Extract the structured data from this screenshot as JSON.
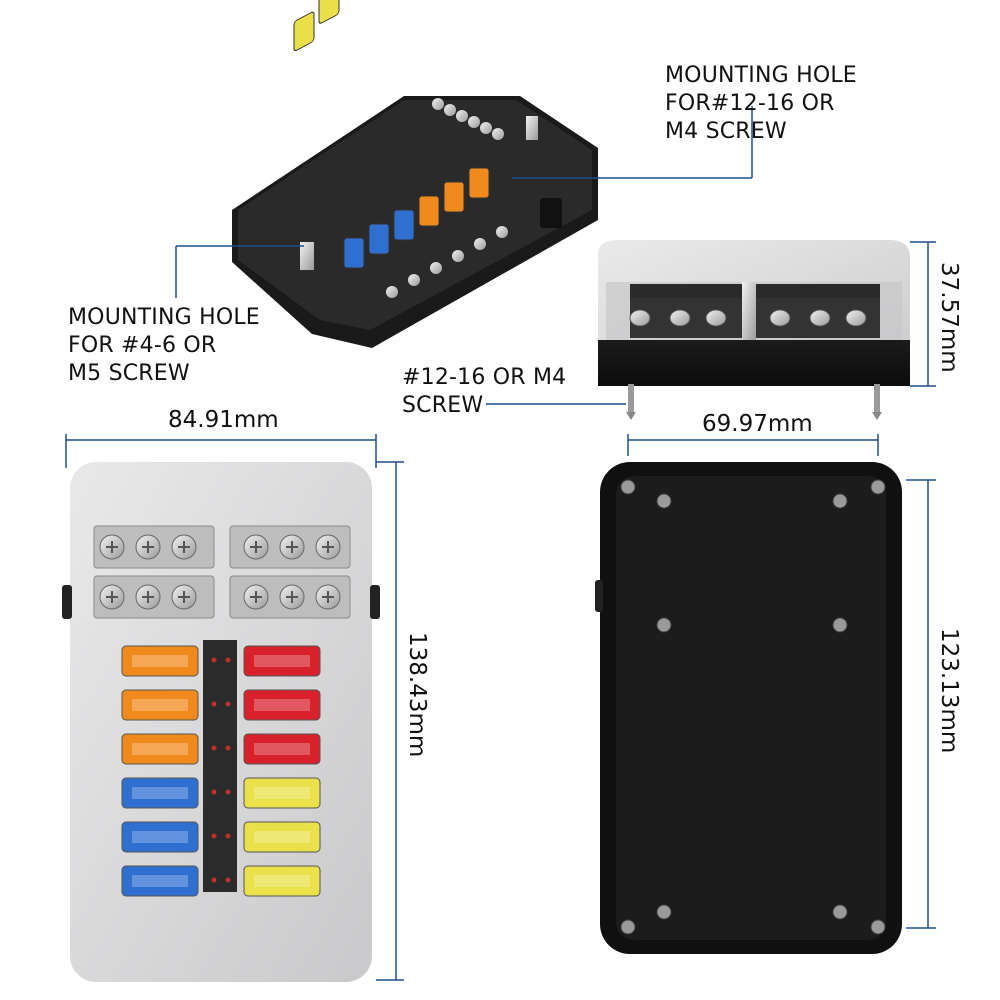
{
  "labels": {
    "mount_top": "MOUNTING HOLE\nFOR#12-16 OR\nM4 SCREW",
    "mount_left": "MOUNTING HOLE\nFOR #4-6 OR\nM5 SCREW",
    "screw": "#12-16 OR M4\nSCREW"
  },
  "dimensions": {
    "width_front": "84.91mm",
    "height_front": "138.43mm",
    "width_back": "69.97mm",
    "height_back": "123.13mm",
    "depth": "37.57mm"
  },
  "fuse_colors": {
    "orange": "#f08a1c",
    "red": "#d9212b",
    "blue": "#2f6fd0",
    "yellow": "#e9e04a"
  },
  "dimension_line_color": "#1f4e8c"
}
